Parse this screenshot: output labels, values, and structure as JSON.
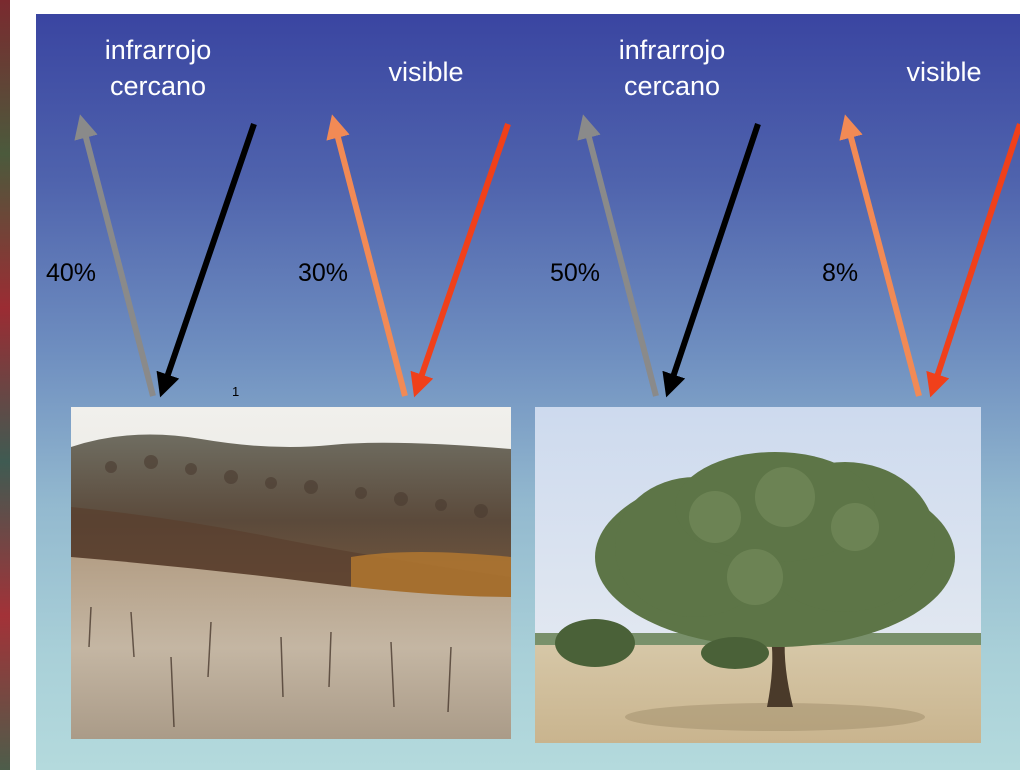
{
  "labels": {
    "nir_1": [
      "infrarrojo",
      "cercano"
    ],
    "vis_1": "visible",
    "nir_2": [
      "infrarrojo",
      "cercano"
    ],
    "vis_2": "visible"
  },
  "percentages": {
    "burned_nir": "40%",
    "burned_visible": "30%",
    "tree_nir": "50%",
    "tree_visible": "8%"
  },
  "marker": "1",
  "colors": {
    "nir_reflected": "#8a8a8a",
    "nir_incident": "#000000",
    "visible_reflected": "#f28a55",
    "visible_incident": "#f0401a"
  },
  "photos": {
    "burned": "burned-hillside-photo",
    "tree": "oak-tree-photo"
  }
}
